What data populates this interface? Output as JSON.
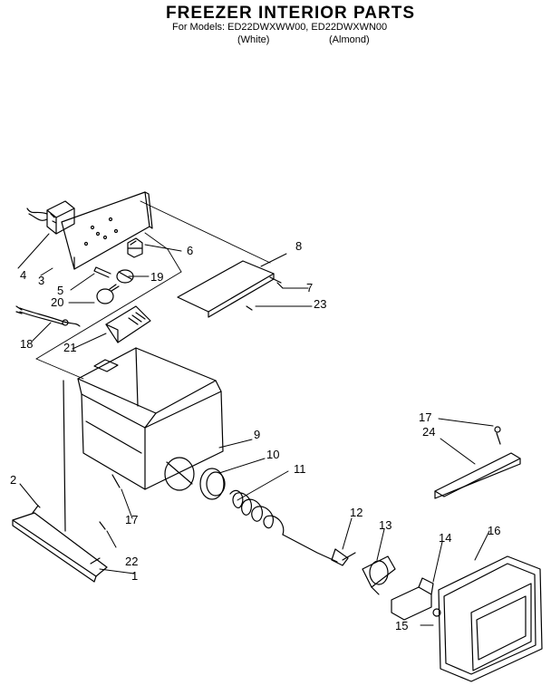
{
  "header": {
    "title": "FREEZER INTERIOR PARTS",
    "models_line": "For Models: ED22DWXWW00, ED22DWXWN00",
    "white": "(White)",
    "almond": "(Almond)"
  },
  "callouts": [
    "1",
    "2",
    "3",
    "4",
    "5",
    "6",
    "7",
    "8",
    "9",
    "10",
    "11",
    "12",
    "13",
    "14",
    "15",
    "16",
    "17",
    "17",
    "18",
    "19",
    "20",
    "21",
    "22",
    "23",
    "24"
  ]
}
